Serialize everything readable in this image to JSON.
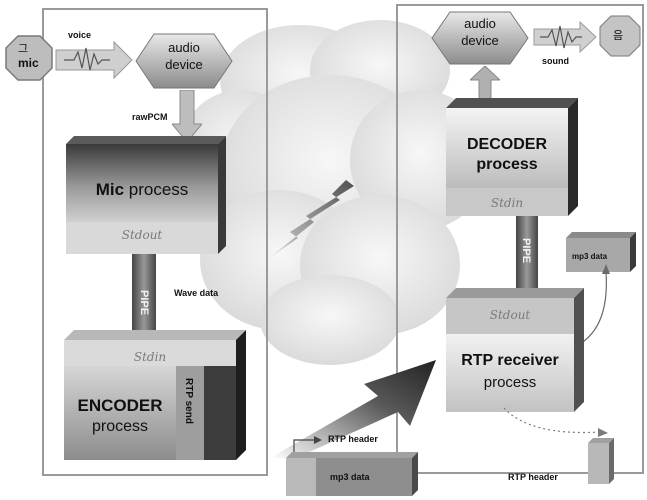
{
  "sender": {
    "mic_icon": "mic-icon",
    "mic_symbol": "그",
    "mic_label": "mic",
    "voice_label": "voice",
    "audio_device_line1": "audio",
    "audio_device_line2": "device",
    "rawpcm_label": "rawPCM",
    "mic_process_bold": "Mic",
    "mic_process_rest": "process",
    "stdout_label": "Stdout",
    "pipe_label": "PIPE",
    "wave_data_label": "Wave data",
    "stdin_label": "Stdin",
    "encoder_bold": "ENCODER",
    "encoder_rest": "process",
    "rtp_send_label": "RTP send"
  },
  "network": {
    "lightning_icon": "lightning-icon",
    "rtp_header_label": "RTP header",
    "mp3_data_label": "mp3 data"
  },
  "receiver": {
    "audio_device_line1": "audio",
    "audio_device_line2": "device",
    "sound_label": "sound",
    "speaker_symbol": "음",
    "decoder_bold": "DECODER",
    "decoder_rest": "process",
    "stdin_label": "Stdin",
    "pipe_label": "PIPE",
    "mp3_data_label": "mp3 data",
    "stdout_label": "Stdout",
    "rtp_receiver_bold": "RTP receiver",
    "rtp_receiver_rest": "process",
    "rtp_header_label": "RTP header"
  },
  "colors": {
    "panel_border": "#9a9a9a",
    "cloud": "#ebebeb",
    "box_dark": "#3a3a3a",
    "box_light": "#e6e6e6"
  }
}
